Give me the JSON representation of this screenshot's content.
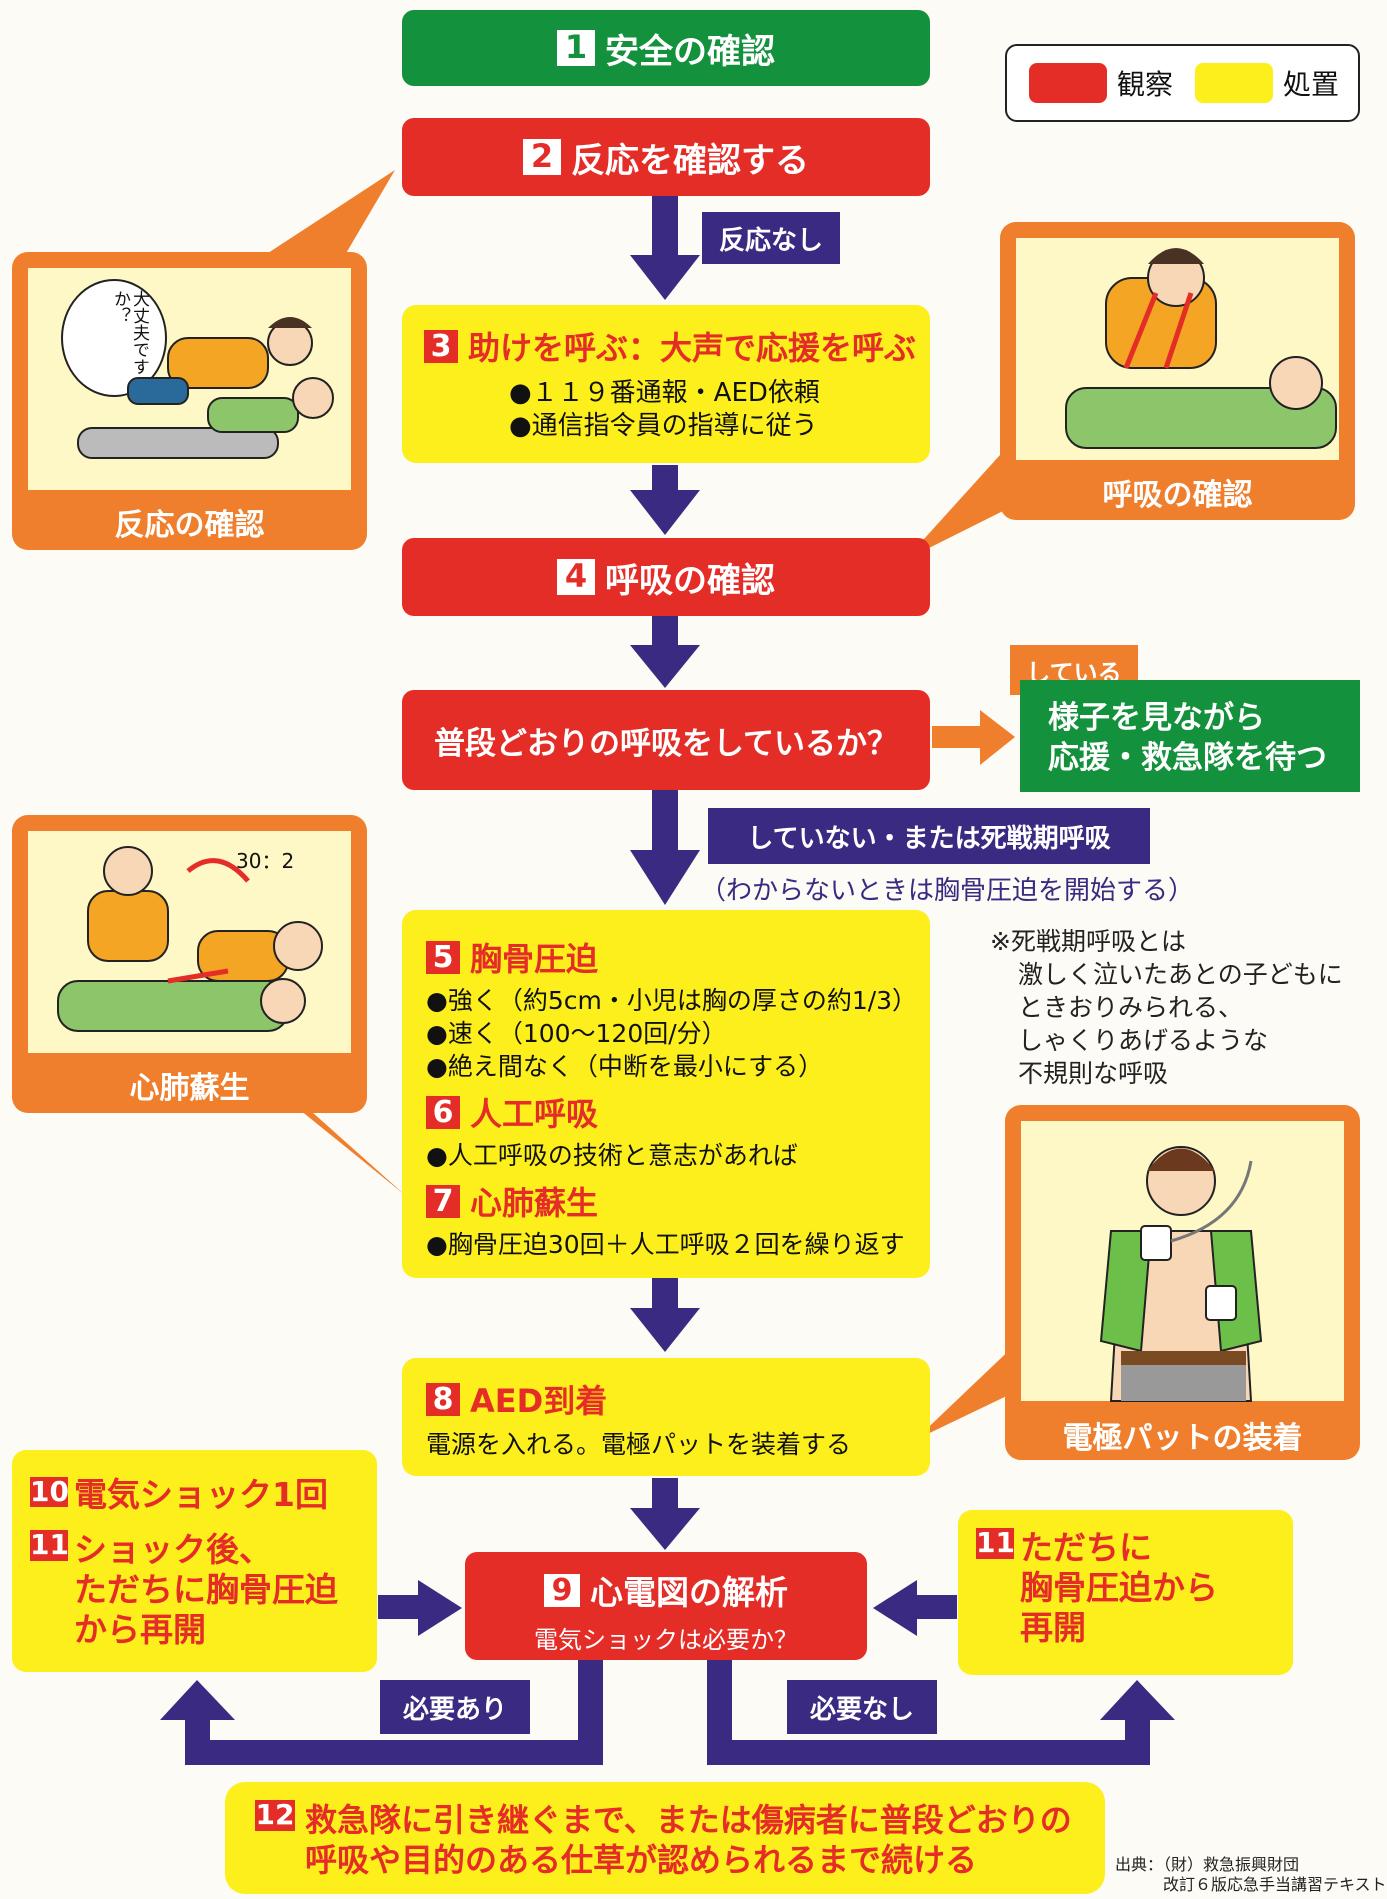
{
  "legend": {
    "observe_label": "観察",
    "treat_label": "処置",
    "observe_color": "#e52d28",
    "treat_color": "#fdef1c"
  },
  "steps": {
    "s1": {
      "num": "1",
      "label": "安全の確認"
    },
    "s2": {
      "num": "2",
      "label": "反応を確認する"
    },
    "no_response": "反応なし",
    "s3": {
      "num": "3",
      "label": "助けを呼ぶ：大声で応援を呼ぶ",
      "items": [
        "●１１９番通報・AED依頼",
        "●通信指令員の指導に従う"
      ]
    },
    "s4": {
      "num": "4",
      "label": "呼吸の確認"
    },
    "question": "普段どおりの呼吸をしているか？",
    "yes_tag": "している",
    "yes_action_1": "様子を見ながら",
    "yes_action_2": "応援・救急隊を待つ",
    "no_tag": "していない・または死戦期呼吸",
    "unsure_note": "（わからないときは胸骨圧迫を開始する）",
    "s5": {
      "num": "5",
      "label": "胸骨圧迫",
      "items": [
        "●強く（約5cm・小児は胸の厚さの約1/3）",
        "●速く（100～120回/分）",
        "●絶え間なく（中断を最小にする）"
      ]
    },
    "s6": {
      "num": "6",
      "label": "人工呼吸",
      "items": [
        "●人工呼吸の技術と意志があれば"
      ]
    },
    "s7": {
      "num": "7",
      "label": "心肺蘇生",
      "items": [
        "●胸骨圧迫30回＋人工呼吸２回を繰り返す"
      ]
    },
    "agonal_note": [
      "※死戦期呼吸とは",
      "激しく泣いたあとの子どもに",
      "ときおりみられる、",
      "しゃくりあげるような",
      "不規則な呼吸"
    ],
    "s8": {
      "num": "8",
      "label": "AED到着",
      "desc": "電源を入れる。電極パットを装着する"
    },
    "s9": {
      "num": "9",
      "label": "心電図の解析",
      "desc": "電気ショックは必要か？"
    },
    "needed": "必要あり",
    "not_needed": "必要なし",
    "s10": {
      "num": "10",
      "label": "電気ショック1回"
    },
    "s11a": {
      "num": "11",
      "lines": [
        "ショック後、",
        "ただちに胸骨圧迫",
        "から再開"
      ]
    },
    "s11b": {
      "num": "11",
      "lines": [
        "ただちに",
        "胸骨圧迫から",
        "再開"
      ]
    },
    "s12": {
      "num": "12",
      "lines": [
        "救急隊に引き継ぐまで、または傷病者に普段どおりの",
        "呼吸や目的のある仕草が認められるまで続ける"
      ]
    }
  },
  "illustrations": {
    "response": {
      "caption": "反応の確認",
      "speech": "大丈夫ですか？"
    },
    "breathing": {
      "caption": "呼吸の確認"
    },
    "cpr": {
      "caption": "心肺蘇生",
      "ratio": "30：2"
    },
    "pads": {
      "caption": "電極パットの装着"
    }
  },
  "source": {
    "line1": "出典：（財）救急振興財団",
    "line2": "改訂６版応急手当講習テキスト"
  }
}
